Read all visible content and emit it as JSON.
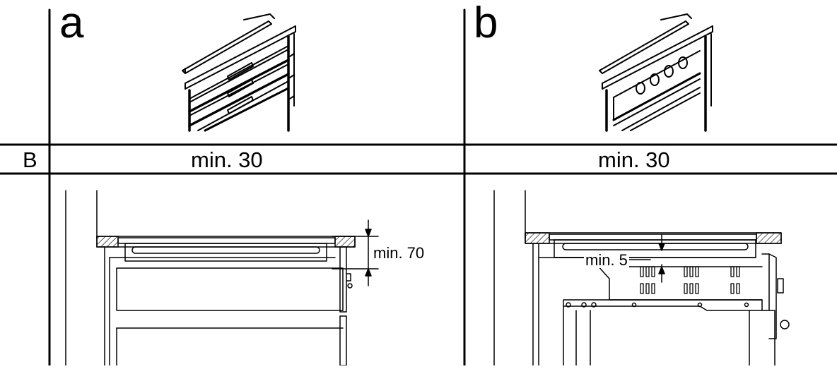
{
  "panels": [
    {
      "letter": "a",
      "min_label": "min. 30",
      "detail_label": "min. 70"
    },
    {
      "letter": "b",
      "min_label": "min. 30",
      "detail_label": "min. 5"
    }
  ],
  "row_label": "B"
}
